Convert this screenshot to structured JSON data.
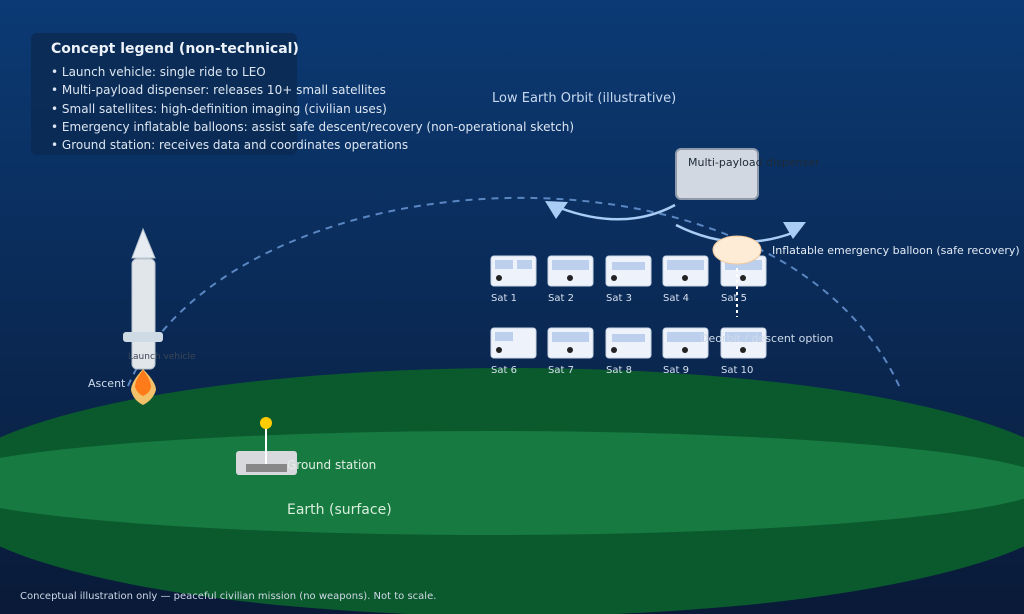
{
  "legend": {
    "title": "Concept legend (non-technical)",
    "items": [
      "• Launch vehicle: single ride to LEO",
      "• Multi-payload dispenser: releases 10+ small satellites",
      "• Small satellites: high-definition imaging (civilian uses)",
      "• Emergency inflatable balloons: assist safe descent/recovery (non-operational sketch)",
      "• Ground station: receives data and coordinates operations"
    ]
  },
  "orbit_label": "Low Earth Orbit (illustrative)",
  "dispenser_label": "Multi-payload dispenser",
  "balloon_label": "Inflatable emergency balloon (safe recovery)",
  "descent_label": "Deorbit / descent option",
  "launch_vehicle_label": "Launch vehicle",
  "ascent_label": "Ascent",
  "ground_station_label": "Ground station",
  "earth_label": "Earth (surface)",
  "footer": "Conceptual illustration only — peaceful civilian mission (no weapons). Not to scale.",
  "satellites": [
    "Sat 1",
    "Sat 2",
    "Sat 3",
    "Sat 4",
    "Sat 5",
    "Sat 6",
    "Sat 7",
    "Sat 8",
    "Sat 9",
    "Sat 10"
  ],
  "colors": {
    "sky_top": "#0b3a74",
    "sky_bottom": "#0a1a38",
    "earth_dark": "#0b5a2e",
    "earth_light": "#177a40",
    "orbit": "#5a86c2",
    "arrow": "#a9cdf5",
    "balloon": "#ffecd6",
    "flame": "#ff7a18"
  }
}
